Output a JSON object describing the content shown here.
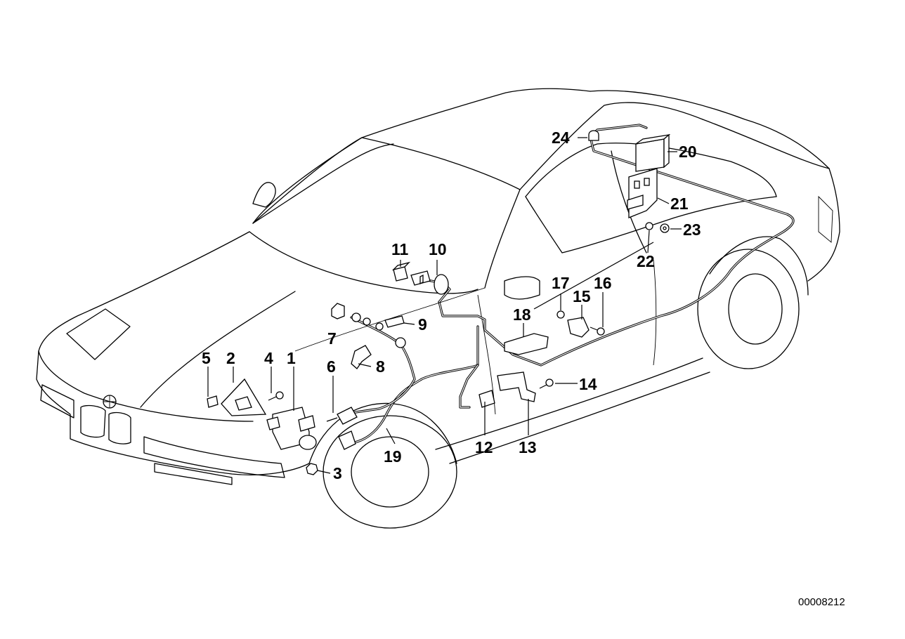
{
  "callouts": [
    {
      "id": "1",
      "label": "1"
    },
    {
      "id": "2",
      "label": "2"
    },
    {
      "id": "3",
      "label": "3"
    },
    {
      "id": "4",
      "label": "4"
    },
    {
      "id": "5",
      "label": "5"
    },
    {
      "id": "6",
      "label": "6"
    },
    {
      "id": "7",
      "label": "7"
    },
    {
      "id": "8",
      "label": "8"
    },
    {
      "id": "9",
      "label": "9"
    },
    {
      "id": "10",
      "label": "10"
    },
    {
      "id": "11",
      "label": "11"
    },
    {
      "id": "12",
      "label": "12"
    },
    {
      "id": "13",
      "label": "13"
    },
    {
      "id": "14",
      "label": "14"
    },
    {
      "id": "15",
      "label": "15"
    },
    {
      "id": "16",
      "label": "16"
    },
    {
      "id": "17",
      "label": "17"
    },
    {
      "id": "18",
      "label": "18"
    },
    {
      "id": "19",
      "label": "19"
    },
    {
      "id": "20",
      "label": "20"
    },
    {
      "id": "21",
      "label": "21"
    },
    {
      "id": "22",
      "label": "22"
    },
    {
      "id": "23",
      "label": "23"
    },
    {
      "id": "24",
      "label": "24"
    }
  ],
  "reference_number": "00008212"
}
